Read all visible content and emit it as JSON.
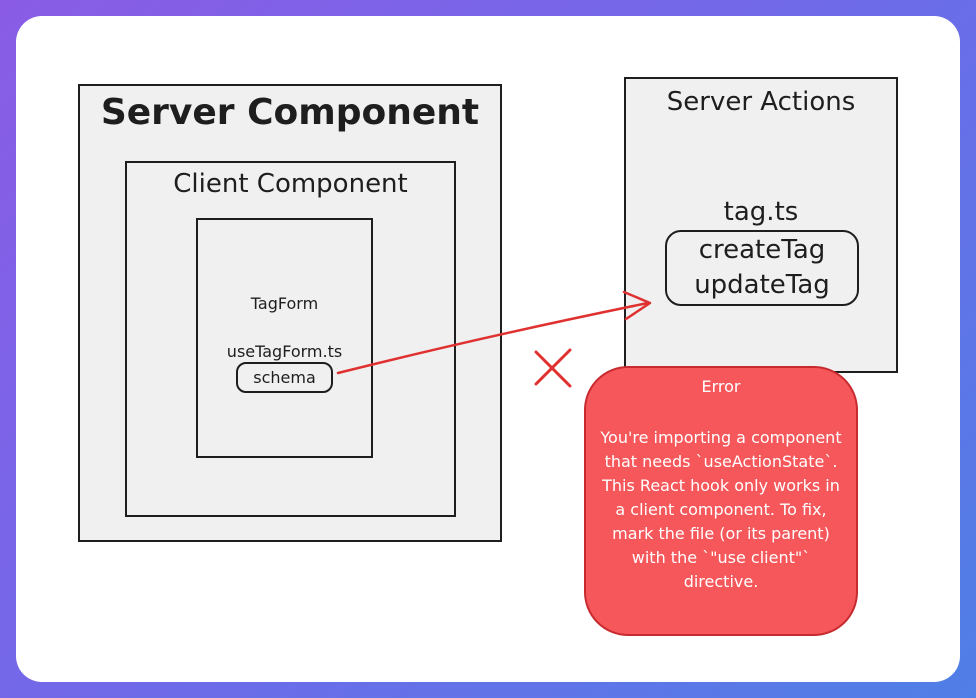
{
  "server_component": {
    "title": "Server Component"
  },
  "client_component": {
    "title": "Client Component"
  },
  "tagform": {
    "title": "TagForm",
    "hook_file": "useTagForm.ts",
    "schema_label": "schema"
  },
  "server_actions": {
    "title": "Server Actions",
    "file": "tag.ts",
    "functions": [
      "createTag",
      "updateTag"
    ]
  },
  "error": {
    "title": "Error",
    "message": "You're importing a component that needs `useActionState`. This React hook only works in a client component. To fix, mark the file (or its parent) with the `\"use client\"` directive."
  },
  "colors": {
    "error_fill": "#f6575a",
    "error_stroke": "#c72b30",
    "arrow": "#e03131",
    "box_fill": "#f0f0f0"
  }
}
